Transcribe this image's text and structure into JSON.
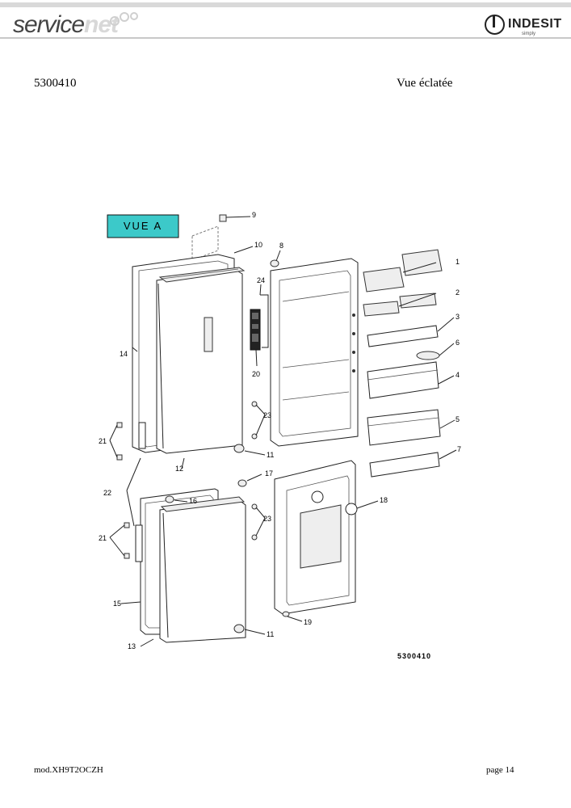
{
  "header": {
    "brand_left_a": "service",
    "brand_left_b": "net",
    "brand_right": "INDESIT",
    "brand_right_sub": "simply"
  },
  "document": {
    "code": "5300410",
    "title": "Vue éclatée"
  },
  "diagram": {
    "view_label": "VUE A",
    "view_label_color": "#3cc9c9",
    "drawing_code": "5300410",
    "callouts": [
      "1",
      "2",
      "3",
      "4",
      "5",
      "6",
      "7",
      "8",
      "9",
      "10",
      "11",
      "11",
      "12",
      "13",
      "14",
      "15",
      "16",
      "17",
      "18",
      "19",
      "20",
      "21",
      "21",
      "22",
      "23",
      "23",
      "24"
    ]
  },
  "footer": {
    "model": "mod.XH9T2OCZH",
    "page": "page 14"
  }
}
